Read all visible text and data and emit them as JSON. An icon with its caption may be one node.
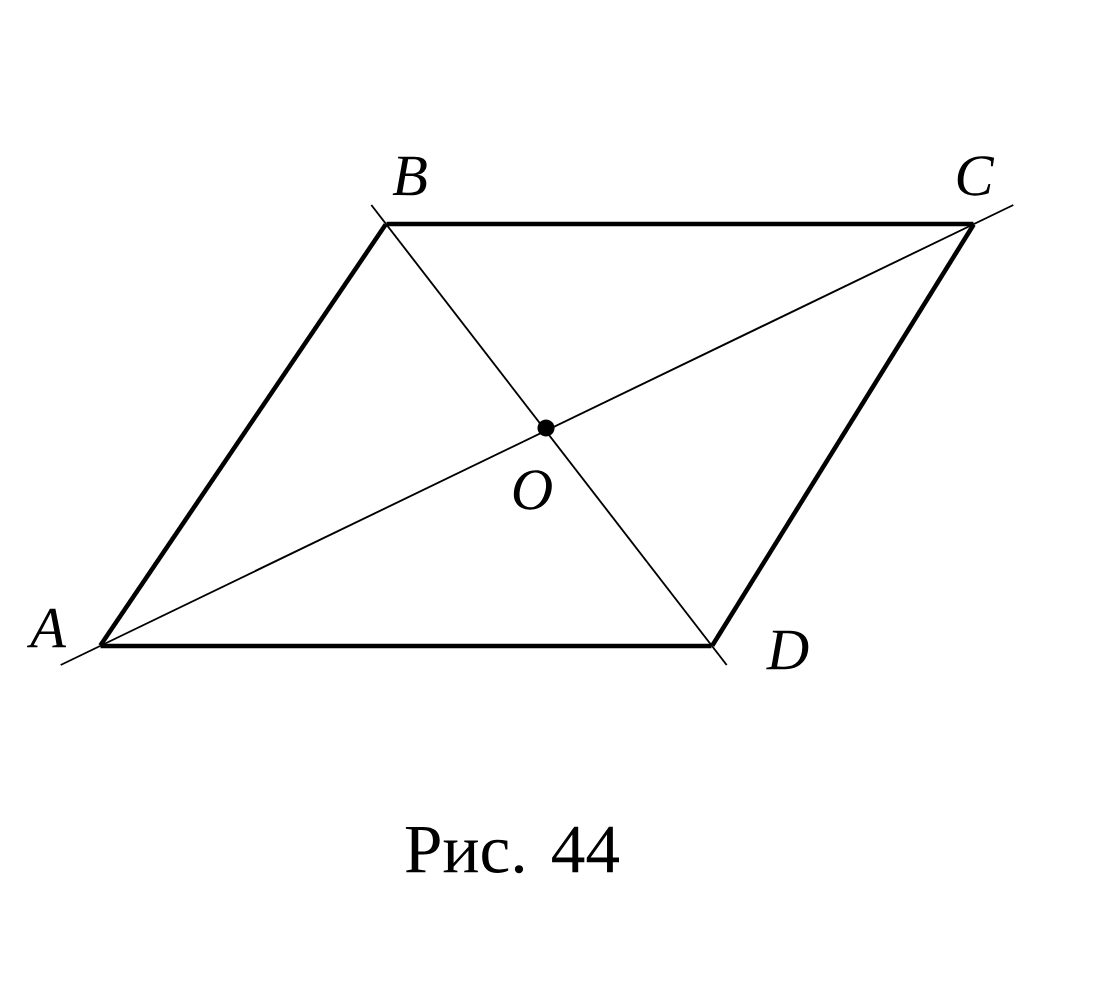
{
  "diagram": {
    "caption": "Рис. 44",
    "nodes": [
      {
        "text": [
          "A"
        ]
      },
      {
        "text": [
          "B"
        ]
      },
      {
        "text": [
          "C"
        ]
      },
      {
        "text": [
          "D"
        ]
      },
      {
        "text": [
          "O"
        ]
      }
    ],
    "edges": [
      {
        "from": 0,
        "to": 1,
        "arrow": "none"
      },
      {
        "from": 1,
        "to": 2,
        "arrow": "none"
      },
      {
        "from": 2,
        "to": 3,
        "arrow": "none"
      },
      {
        "from": 3,
        "to": 0,
        "arrow": "none"
      },
      {
        "from": 0,
        "to": 2,
        "arrow": "none"
      },
      {
        "from": 1,
        "to": 3,
        "arrow": "none"
      }
    ]
  }
}
